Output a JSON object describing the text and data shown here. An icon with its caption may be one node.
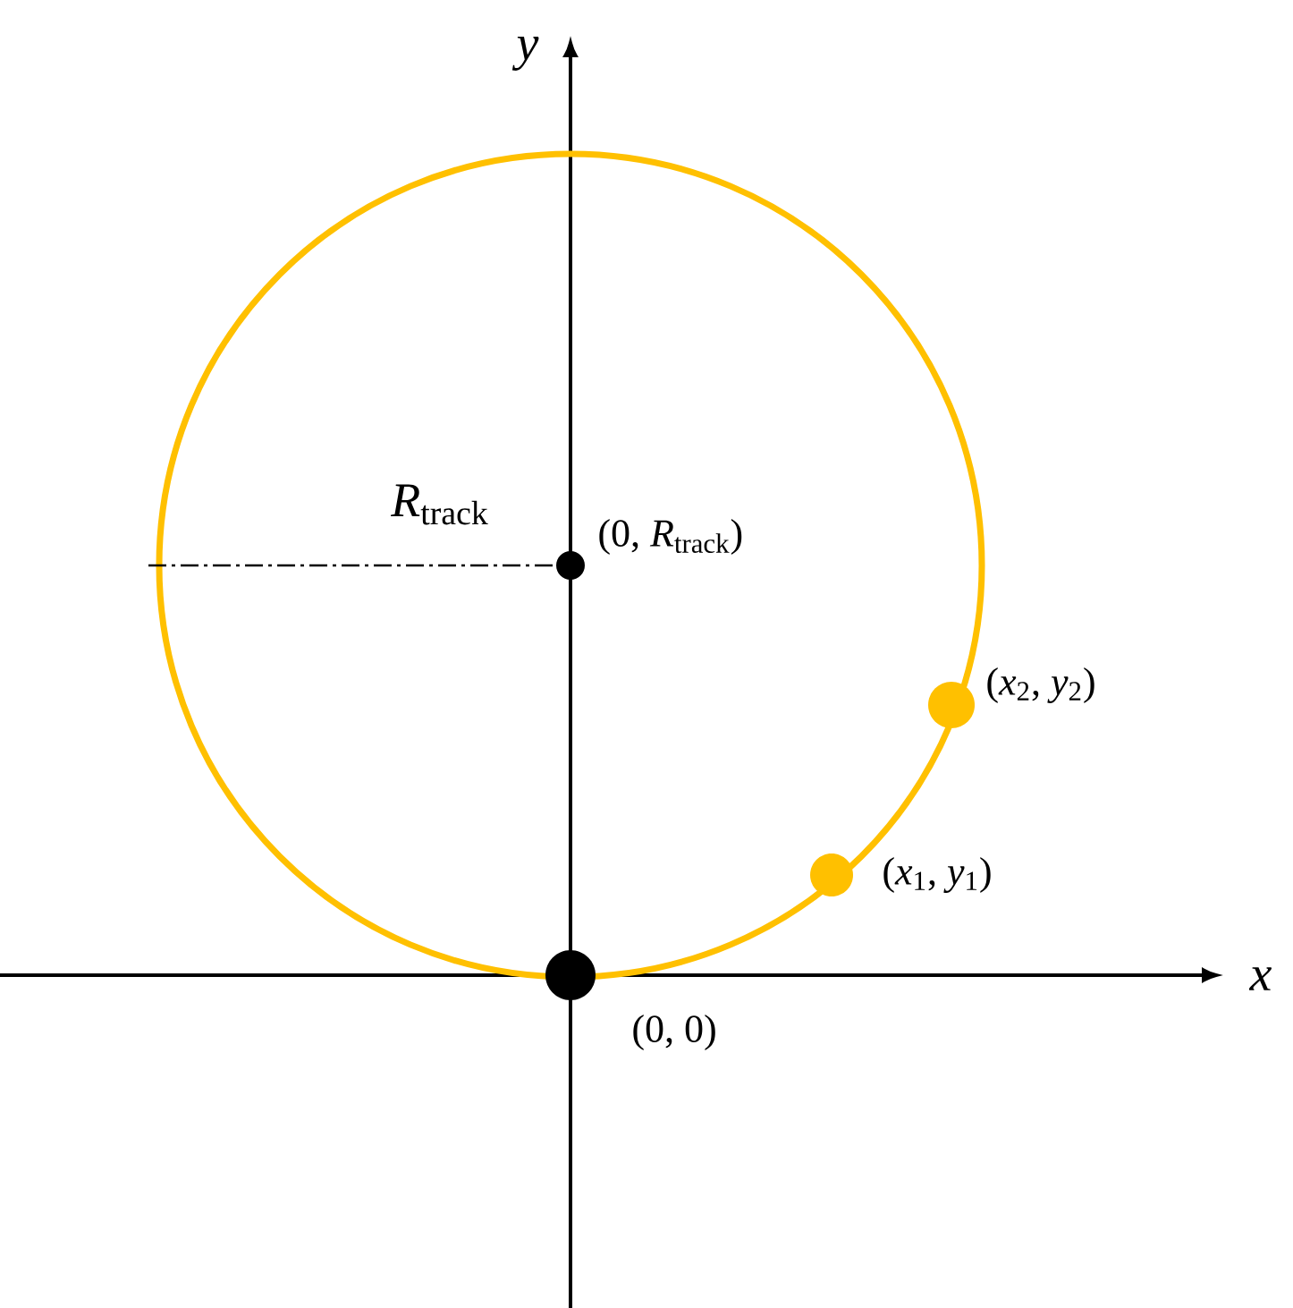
{
  "diagram": {
    "nodes": [
      {
        "text": [],
        "shape": "circle",
        "beside": [
          "(0, *R*$_{track}$)"
        ]
      },
      {
        "text": [],
        "shape": "circle",
        "beside": [
          "(*x*$_{2}$, *y*$_{2}$)"
        ]
      },
      {
        "text": [],
        "shape": "circle",
        "beside": [
          "(*x*$_{1}$, *y*$_{1}$)"
        ]
      },
      {
        "text": [],
        "shape": "circle",
        "beside": [
          "(0, 0)"
        ]
      }
    ],
    "labels": [
      "*y*",
      "*x*",
      "*R*$_{track}$"
    ]
  }
}
